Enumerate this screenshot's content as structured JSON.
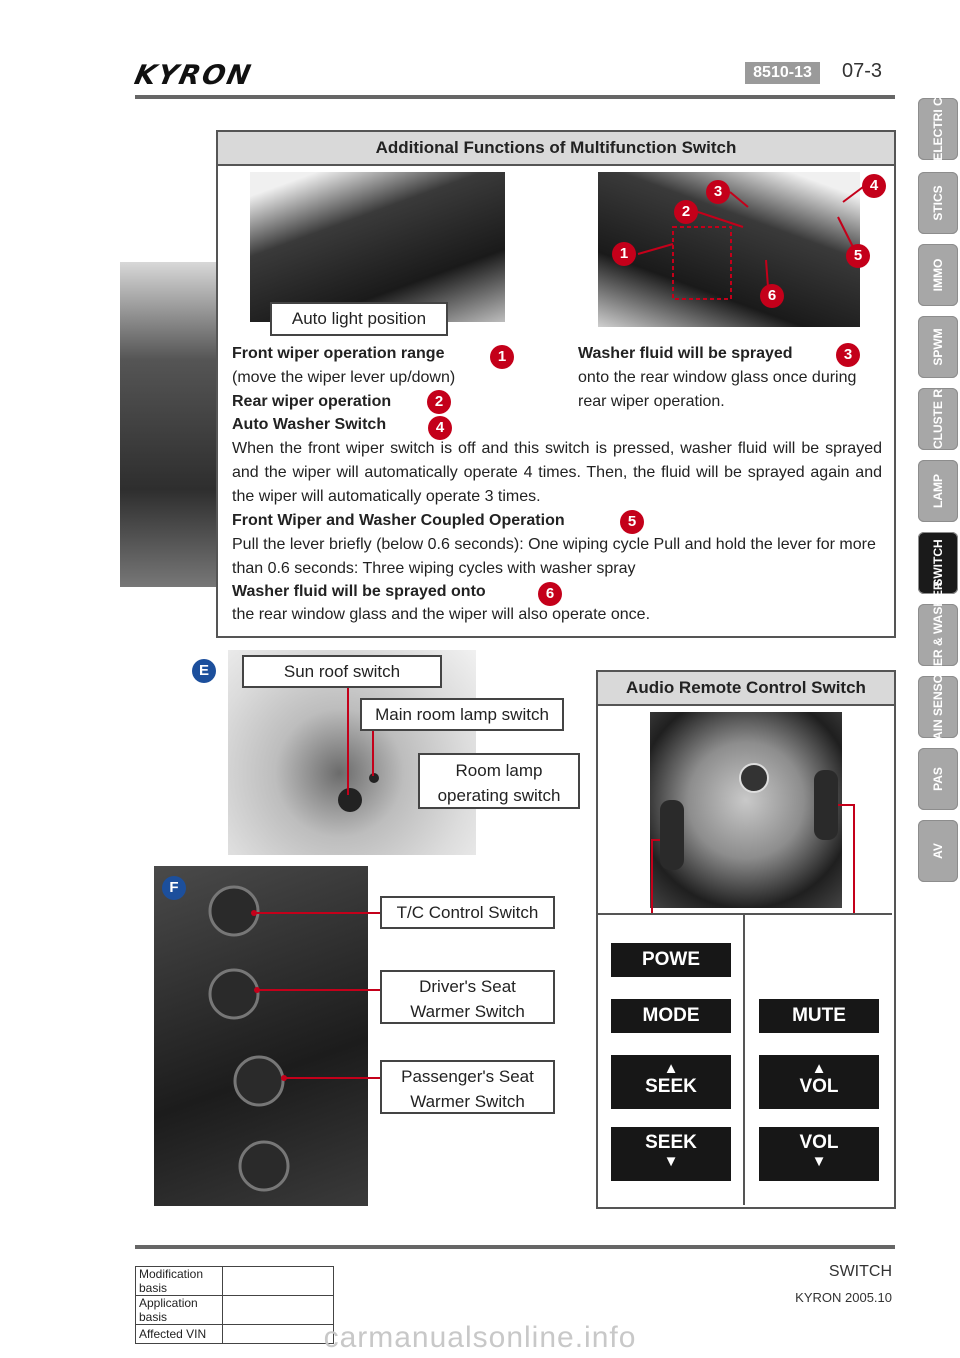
{
  "header": {
    "logo": "KYRON",
    "section_code": "8510-13",
    "page_number": "07-3"
  },
  "side_tabs": [
    {
      "label": "ELECTRI C",
      "active": false
    },
    {
      "label": "STICS",
      "active": false
    },
    {
      "label": "IMMO",
      "active": false
    },
    {
      "label": "SPWM",
      "active": false
    },
    {
      "label": "CLUSTE R",
      "active": false
    },
    {
      "label": "LAMP",
      "active": false
    },
    {
      "label": "SWITCH",
      "active": true
    },
    {
      "label": "WIPER & WASHER",
      "active": false
    },
    {
      "label": "RAIN SENSOR",
      "active": false
    },
    {
      "label": "PAS",
      "active": false
    },
    {
      "label": "AV",
      "active": false
    }
  ],
  "multifunction": {
    "title": "Additional Functions of Multifunction Switch",
    "auto_light_label": "Auto light position",
    "marker_labels": [
      "1",
      "2",
      "3",
      "4",
      "5",
      "6"
    ],
    "items": {
      "front_wiper_title": "Front wiper operation range",
      "front_wiper_text": "(move the wiper lever up/down)",
      "rear_wiper_title": "Rear wiper operation",
      "auto_washer_title": "Auto Washer Switch",
      "auto_washer_text": "When the front wiper switch is off and this switch is pressed, washer fluid will be sprayed and the wiper will automatically operate 4 times. Then, the fluid will be sprayed again and the wiper will automatically operate 3 times.",
      "washer_rear_title": "Washer fluid will be sprayed",
      "washer_rear_text": "onto the rear window glass once during rear wiper operation.",
      "coupled_title": "Front Wiper and Washer Coupled Operation",
      "coupled_text": "Pull the lever briefly (below 0.6 seconds): One wiping cycle Pull and hold the lever for more than 0.6 seconds: Three wiping cycles with washer spray",
      "washer_onto_title": "Washer fluid will be sprayed onto",
      "washer_onto_text": "the rear window glass and the wiper will also operate once."
    }
  },
  "section_e": {
    "marker": "E",
    "sun_roof": "Sun roof switch",
    "main_room_lamp": "Main room lamp switch",
    "room_lamp_line1": "Room lamp",
    "room_lamp_line2": "operating switch"
  },
  "section_f": {
    "marker": "F",
    "tc_control": "T/C Control Switch",
    "driver_seat_line1": "Driver's Seat",
    "driver_seat_line2": "Warmer Switch",
    "passenger_seat_line1": "Passenger's Seat",
    "passenger_seat_line2": "Warmer Switch"
  },
  "audio": {
    "title": "Audio Remote Control Switch",
    "buttons": {
      "power": "POWE",
      "mode": "MODE",
      "mute": "MUTE",
      "seek_up": "SEEK",
      "vol_up": "VOL",
      "seek_down": "SEEK",
      "vol_down": "VOL"
    }
  },
  "footer": {
    "table": [
      {
        "label": "Modification basis",
        "value": ""
      },
      {
        "label": "Application basis",
        "value": ""
      },
      {
        "label": "Affected VIN",
        "value": ""
      }
    ],
    "section": "SWITCH",
    "model": "KYRON 2005.10",
    "watermark": "carmanualsonline.info"
  }
}
